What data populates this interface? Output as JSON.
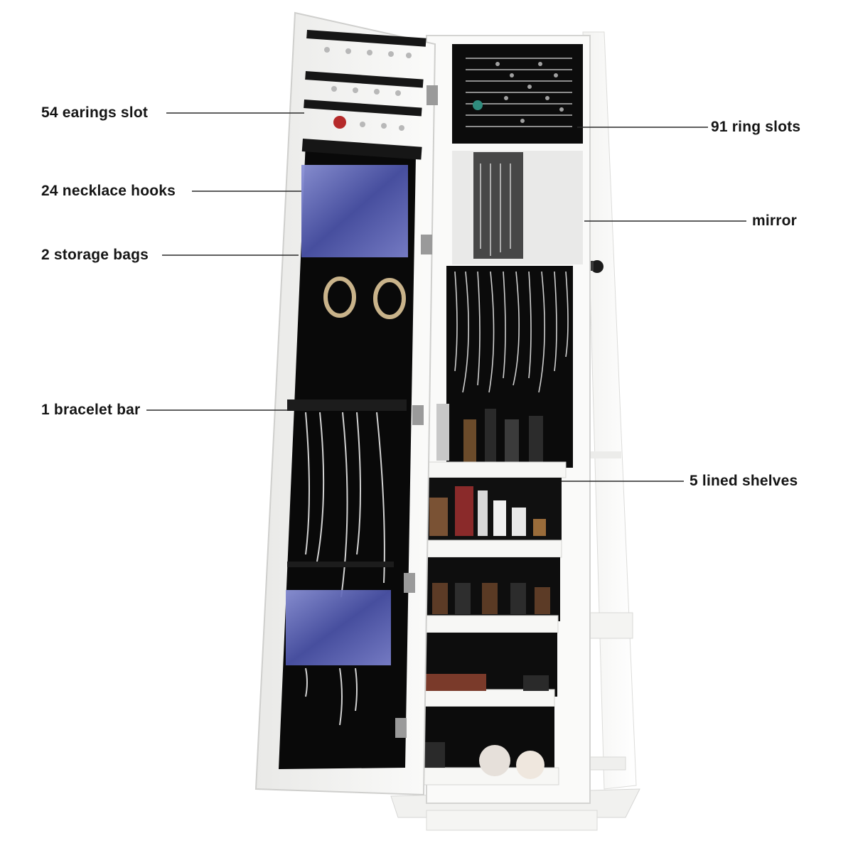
{
  "product_photo": {
    "subject": "rotating mirror jewelry cabinet",
    "colors": {
      "cabinet": "#f7f7f5",
      "lining": "#0b0b0b",
      "storage_bag": "#5a63b4",
      "metal": "#c8c8c8"
    }
  },
  "callouts": {
    "earrings": "54  earings   slot",
    "necklace": "24  necklace hooks",
    "bags": "2  storage bags",
    "bracelet": "1 bracelet bar",
    "rings": "91 ring slots",
    "mirror": "mirror",
    "shelves": "5 lined shelves"
  }
}
